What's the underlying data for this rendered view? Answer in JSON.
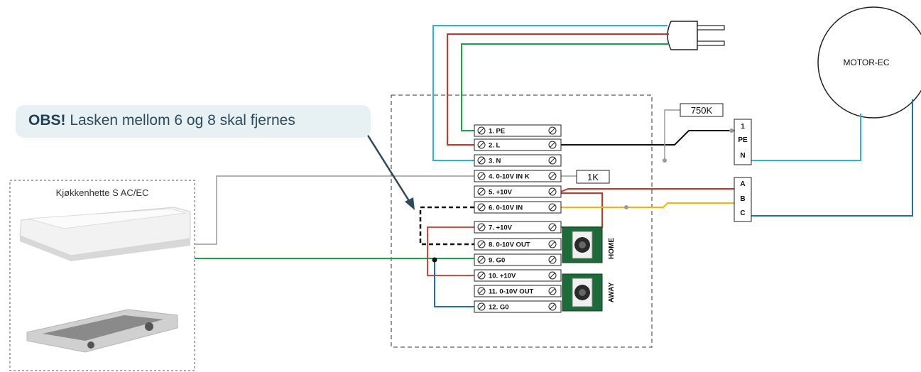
{
  "callout": {
    "strong": "OBS!",
    "text": " Lasken mellom 6 og 8 skal fjernes"
  },
  "hood": {
    "label": "Kjøkkenhette S AC/EC"
  },
  "motor": {
    "label": "MOTOR-EC"
  },
  "resistors": {
    "r750k": "750K",
    "r1k": "1K"
  },
  "terminals": [
    "1. PE",
    "2. L",
    "3. N",
    "4. 0-10V IN K",
    "5. +10V",
    "6. 0-10V IN",
    "7. +10V",
    "8. 0-10V OUT",
    "9.  G0",
    "10. +10V",
    "11. 0-10V OUT",
    "12.  G0"
  ],
  "potentiometers": {
    "home": "HOME",
    "away": "AWAY"
  },
  "connector_top": [
    "1",
    "PE",
    "N"
  ],
  "connector_bottom": [
    "A",
    "B",
    "C"
  ],
  "colors": {
    "blue": "#2bb3dd",
    "red": "#c0392b",
    "green": "#1aa34a",
    "black": "#111111",
    "grey": "#9a9a9a",
    "yellow": "#f2b705",
    "darkblue": "#1f6fb5",
    "arrow": "#2c4a5e"
  }
}
